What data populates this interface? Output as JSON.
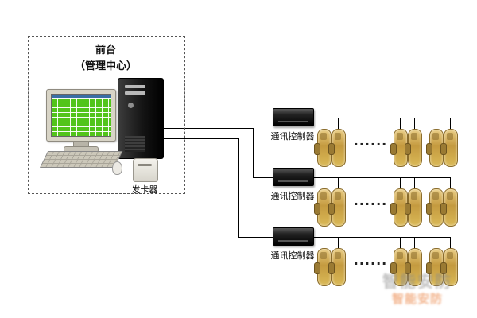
{
  "front_desk": {
    "line1": "前台",
    "line2": "（管理中心）"
  },
  "card_issuer_label": "发卡器",
  "controller_rows": [
    {
      "label": "通讯控制器",
      "dots": "······"
    },
    {
      "label": "通讯控制器",
      "dots": "······"
    },
    {
      "label": "通讯控制器",
      "dots": "······"
    }
  ],
  "watermark": {
    "line1": "智能安防",
    "line2": "智能安防"
  },
  "colors": {
    "lock_gold": "#c9a14b",
    "controller_body": "#1a1a1a",
    "screen_green": "#52c41a",
    "wire": "#000000",
    "watermark_orange": "#e8742c",
    "watermark_gray": "#8a8a8a"
  }
}
